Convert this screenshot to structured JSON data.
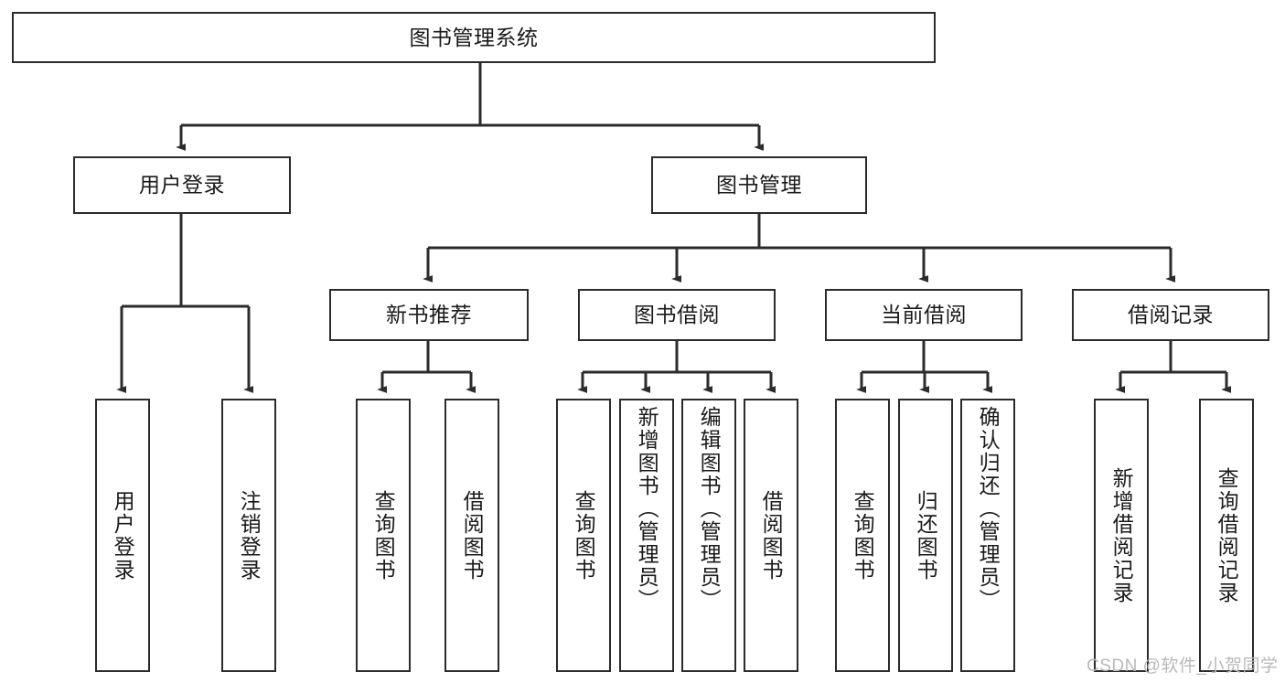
{
  "diagram": {
    "type": "tree-hierarchy-chart",
    "title": "图书管理系统",
    "watermark": "CSDN @软件_小贺同学",
    "colors": {
      "box_border": "#2b2b2b",
      "box_fill": "#ffffff",
      "edge": "#2b2b2b",
      "text": "#1a1a1a",
      "watermark": "#b9b9b9",
      "background": "#ffffff"
    },
    "levels": {
      "root": {
        "label": "图书管理系统"
      },
      "level2": [
        {
          "id": "user-login",
          "label": "用户登录"
        },
        {
          "id": "book-manage",
          "label": "图书管理"
        }
      ],
      "level3": [
        {
          "id": "new-book-rec",
          "label": "新书推荐",
          "parent": "book-manage"
        },
        {
          "id": "book-borrow",
          "label": "图书借阅",
          "parent": "book-manage"
        },
        {
          "id": "current-borrow",
          "label": "当前借阅",
          "parent": "book-manage"
        },
        {
          "id": "borrow-record",
          "label": "借阅记录",
          "parent": "book-manage"
        }
      ],
      "leaves": [
        {
          "id": "leaf-user-login",
          "label": "用户登录",
          "parent": "user-login",
          "align": "center"
        },
        {
          "id": "leaf-logout",
          "label": "注销登录",
          "parent": "user-login",
          "align": "center"
        },
        {
          "id": "leaf-query-book-1",
          "label": "查询图书",
          "parent": "new-book-rec",
          "align": "center"
        },
        {
          "id": "leaf-borrow-book-1",
          "label": "借阅图书",
          "parent": "new-book-rec",
          "align": "center"
        },
        {
          "id": "leaf-query-book-2",
          "label": "查询图书",
          "parent": "book-borrow",
          "align": "center"
        },
        {
          "id": "leaf-add-book",
          "label": "新增图书（管理员）",
          "parent": "book-borrow",
          "align": "top"
        },
        {
          "id": "leaf-edit-book",
          "label": "编辑图书（管理员）",
          "parent": "book-borrow",
          "align": "top"
        },
        {
          "id": "leaf-borrow-book-2",
          "label": "借阅图书",
          "parent": "book-borrow",
          "align": "center"
        },
        {
          "id": "leaf-query-book-3",
          "label": "查询图书",
          "parent": "current-borrow",
          "align": "center"
        },
        {
          "id": "leaf-return-book",
          "label": "归还图书",
          "parent": "current-borrow",
          "align": "center"
        },
        {
          "id": "leaf-confirm-return",
          "label": "确认归还（管理员）",
          "parent": "current-borrow",
          "align": "top"
        },
        {
          "id": "leaf-add-record",
          "label": "新增借阅记录",
          "parent": "borrow-record",
          "align": "center"
        },
        {
          "id": "leaf-query-record",
          "label": "查询借阅记录",
          "parent": "borrow-record",
          "align": "center"
        }
      ]
    }
  }
}
